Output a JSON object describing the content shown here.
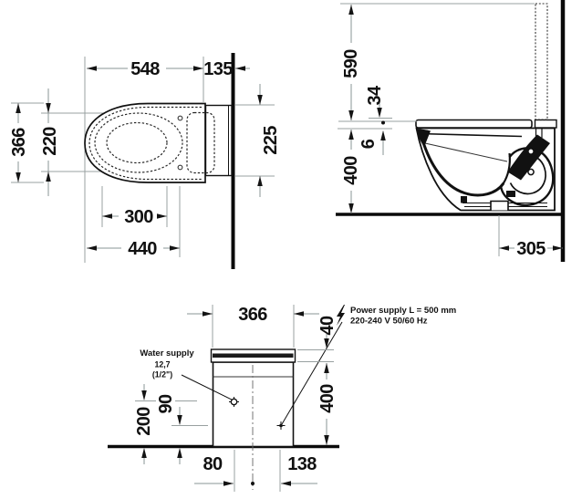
{
  "drawing": {
    "type": "technical-dimension-drawing",
    "units": "mm",
    "ink_color": "#111111",
    "thin_line_color": "#98a0a0",
    "background": "#ffffff"
  },
  "top_view": {
    "length": "548",
    "wall_gap": "135",
    "width": "366",
    "seat_inner_width": "220",
    "plate_width": "225",
    "hinge_span": "300",
    "seat_length": "440"
  },
  "side_view": {
    "open_lid_height": "590",
    "seat_thickness": "34",
    "seat_gap": "6",
    "bowl_height": "400",
    "outlet_to_wall": "305"
  },
  "rear_view": {
    "width": "366",
    "lid_height": "40",
    "height": "400",
    "water_height": "200",
    "power_height": "90",
    "water_offset": "80",
    "power_offset": "138",
    "water_label": "Water supply",
    "water_size_mm": "12,7",
    "water_size_inch": "(1/2\")",
    "power_label_line1": "Power supply L = 500 mm",
    "power_label_line2": "220-240 V  50/60 Hz"
  }
}
